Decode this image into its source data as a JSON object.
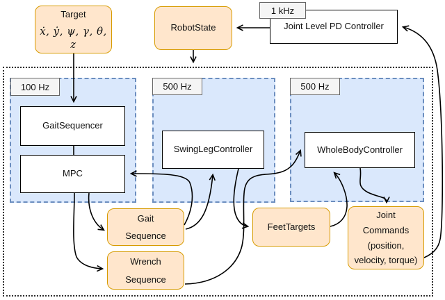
{
  "figure": {
    "description": "Robot locomotion control architecture block diagram"
  },
  "colors": {
    "orange_fill": "#FFE6CC",
    "orange_stroke": "#D79B00",
    "blue_fill": "#DAE8FC",
    "blue_stroke": "#6C8EBF",
    "gray_fill": "#F5F5F5",
    "gray_stroke": "#666666"
  },
  "nodes": {
    "target": {
      "title": "Target",
      "math": "ẋ, ẏ, ψ, γ, θ, z"
    },
    "robot_state": {
      "label": "RobotState"
    },
    "rate_1khz": {
      "label": "1 kHz"
    },
    "pd_controller": {
      "label": "Joint Level PD Controller"
    },
    "region_planner": {
      "rate": "100 Hz"
    },
    "region_swing": {
      "rate": "500 Hz"
    },
    "region_wholebody": {
      "rate": "500 Hz"
    },
    "gait_sequencer": {
      "label": "GaitSequencer"
    },
    "mpc": {
      "label": "MPC"
    },
    "swing_leg_controller": {
      "label": "SwingLegController"
    },
    "whole_body_controller": {
      "label": "WholeBodyController"
    },
    "gait_sequence": {
      "line1": "Gait",
      "line2": "Sequence"
    },
    "wrench_sequence": {
      "line1": "Wrench",
      "line2": "Sequence"
    },
    "feet_targets": {
      "label": "FeetTargets"
    },
    "joint_commands": {
      "line1": "Joint",
      "line2": "Commands",
      "line3": "(position,",
      "line4": "velocity, torque)"
    }
  }
}
